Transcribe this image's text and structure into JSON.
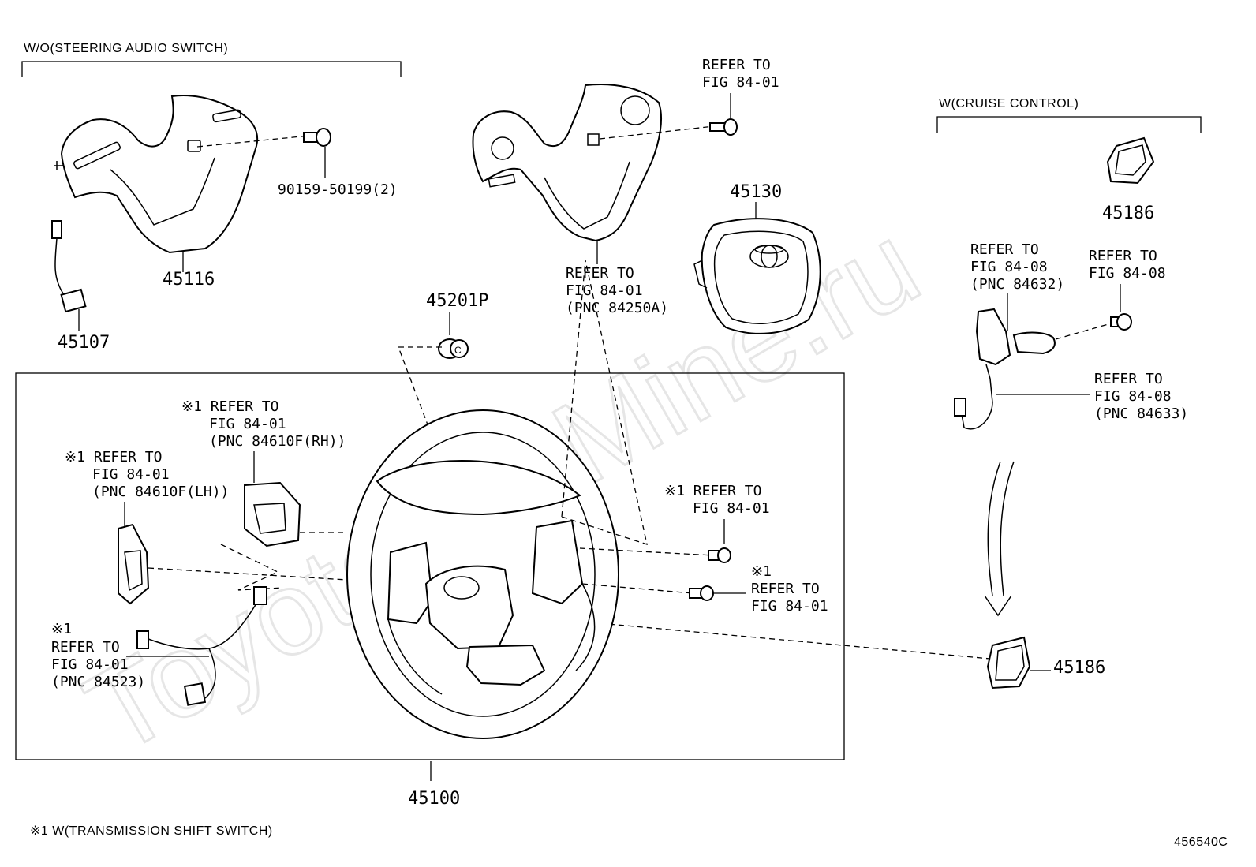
{
  "watermark": "ToyotaCarMine.ru",
  "sections": {
    "no_audio_switch": "W/O(STEERING AUDIO SWITCH)",
    "cruise_control": "W(CRUISE CONTROL)"
  },
  "footnote": "※1 W(TRANSMISSION SHIFT SWITCH)",
  "figure_id": "456540C",
  "parts": {
    "p45116": "45116",
    "p45107": "45107",
    "p90159": "90159-50199(2)",
    "p45201P": "45201P",
    "p45130": "45130",
    "p45186_top": "45186",
    "p45186_bottom": "45186",
    "p45100": "45100"
  },
  "refs": {
    "top_screw": [
      "REFER TO",
      "FIG 84-01"
    ],
    "top_cover": [
      "REFER TO",
      "FIG 84-01",
      "(PNC 84250A)"
    ],
    "cruise_switch": [
      "REFER TO",
      "FIG 84-08",
      "(PNC 84632)"
    ],
    "cruise_screw": [
      "REFER TO",
      "FIG 84-08"
    ],
    "cruise_wire": [
      "REFER TO",
      "FIG 84-08",
      "(PNC 84633)"
    ],
    "paddle_rh": [
      "※1 REFER TO",
      "FIG 84-01",
      "(PNC 84610F(RH))"
    ],
    "paddle_lh": [
      "※1 REFER TO",
      "FIG 84-01",
      "(PNC 84610F(LH))"
    ],
    "screw_upper": [
      "※1 REFER TO",
      "FIG 84-01"
    ],
    "screw_lower": [
      "※1",
      "REFER TO",
      "FIG 84-01"
    ],
    "harness": [
      "※1",
      "REFER TO",
      "FIG 84-01",
      "(PNC 84523)"
    ]
  }
}
